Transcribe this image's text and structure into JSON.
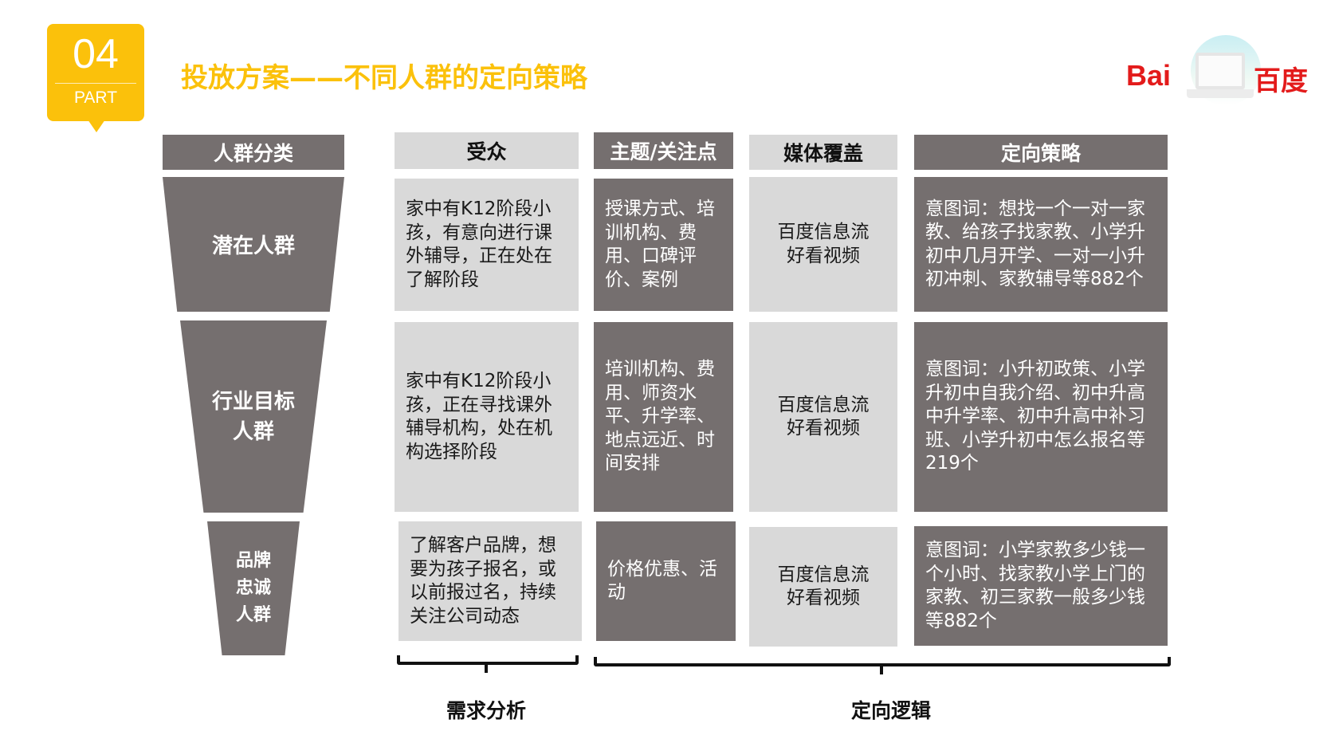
{
  "badge": {
    "number": "04",
    "label": "PART",
    "color": "#fbc10b"
  },
  "title": "投放方案——不同人群的定向策略",
  "logo": {
    "left_text": "Bai",
    "right_text": "百度",
    "icon": "laptop-icon",
    "color": "#e31b1b"
  },
  "table": {
    "headers": {
      "category": "人群分类",
      "audience": "受众",
      "topics": "主题/关注点",
      "media": "媒体覆盖",
      "strategy": "定向策略"
    },
    "rows": [
      {
        "category": "潜在人群",
        "audience": "家中有K12阶段小孩，有意向进行课外辅导，正在处在了解阶段",
        "topics": "授课方式、培训机构、费用、口碑评价、案例",
        "media_line1": "百度信息流",
        "media_line2": "好看视频",
        "strategy": "意图词：想找一个一对一家教、给孩子找家教、小学升初中几月开学、一对一小升初冲刺、家教辅导等882个"
      },
      {
        "category_line1": "行业目标",
        "category_line2": "人群",
        "audience": "家中有K12阶段小孩，正在寻找课外辅导机构，处在机构选择阶段",
        "topics": "培训机构、费用、师资水平、升学率、地点远近、时间安排",
        "media_line1": "百度信息流",
        "media_line2": "好看视频",
        "strategy": "意图词：小升初政策、小学升初中自我介绍、初中升高中升学率、初中升高中补习班、小学升初中怎么报名等219个"
      },
      {
        "category_line1": "品牌",
        "category_line2": "忠诚",
        "category_line3": "人群",
        "audience": "了解客户品牌，想要为孩子报名，或以前报过名，持续关注公司动态",
        "topics": "价格优惠、活动",
        "media_line1": "百度信息流",
        "media_line2": "好看视频",
        "strategy": "意图词：小学家教多少钱一个小时、找家教小学上门的家教、初三家教一般多少钱等882个"
      }
    ]
  },
  "footer": {
    "left_label": "需求分析",
    "right_label": "定向逻辑"
  },
  "colors": {
    "dark_cell": "#756f6f",
    "light_cell": "#d9d9d9",
    "accent": "#fbc10b",
    "brand_red": "#e31b1b"
  }
}
